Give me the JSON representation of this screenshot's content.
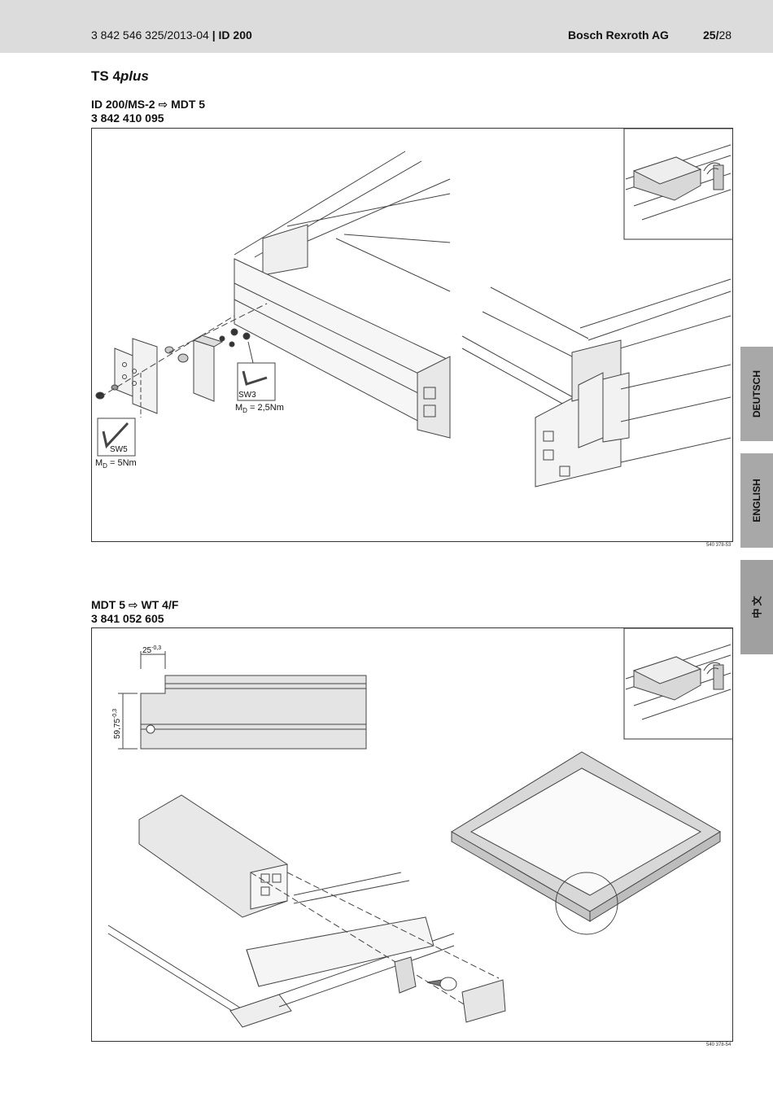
{
  "header": {
    "doc_number": "3 842 546 325/2013-04",
    "separator": "|",
    "doc_id": "ID 200",
    "company": "Bosch Rexroth AG",
    "page_current": "25/",
    "page_total": "28"
  },
  "product_title": {
    "prefix": "TS 4",
    "suffix": "plus"
  },
  "section1": {
    "title": "ID 200/MS-2 ⇨ MDT 5",
    "part_number": "3 842 410 095",
    "figure_id": "540 378-53",
    "tool1_label": "SW3",
    "torque1_prefix": "M",
    "torque1_sub": "D",
    "torque1_value": " = 2,5Nm",
    "tool2_label": "SW5",
    "torque2_prefix": "M",
    "torque2_sub": "D",
    "torque2_value": " = 5Nm"
  },
  "section2": {
    "title": "MDT 5 ⇨ WT 4/F",
    "part_number": "3 841 052 605",
    "figure_id": "540 378-54",
    "dim_width": "25",
    "dim_width_tol": "-0,3",
    "dim_height": "59,75",
    "dim_height_tol": "-0,3"
  },
  "language_tabs": [
    {
      "label": "DEUTSCH"
    },
    {
      "label": "ENGLISH"
    },
    {
      "label": "中 文"
    }
  ],
  "colors": {
    "header_bg": "#dcdcdc",
    "tab_bg": "#a8a8a8",
    "line": "#333333"
  }
}
